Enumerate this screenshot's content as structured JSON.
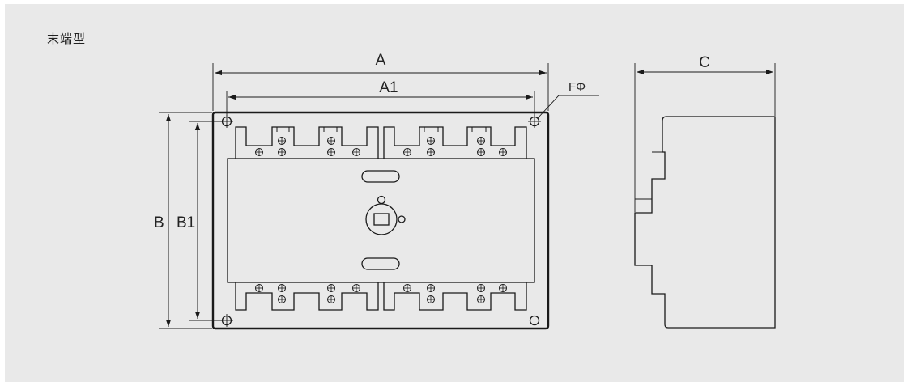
{
  "title": "末端型",
  "labels": {
    "A": "A",
    "A1": "A1",
    "F": "FΦ",
    "B": "B",
    "B1": "B1",
    "C": "C"
  },
  "colors": {
    "background": "#e9e9e9",
    "line": "#1a1a1a"
  }
}
